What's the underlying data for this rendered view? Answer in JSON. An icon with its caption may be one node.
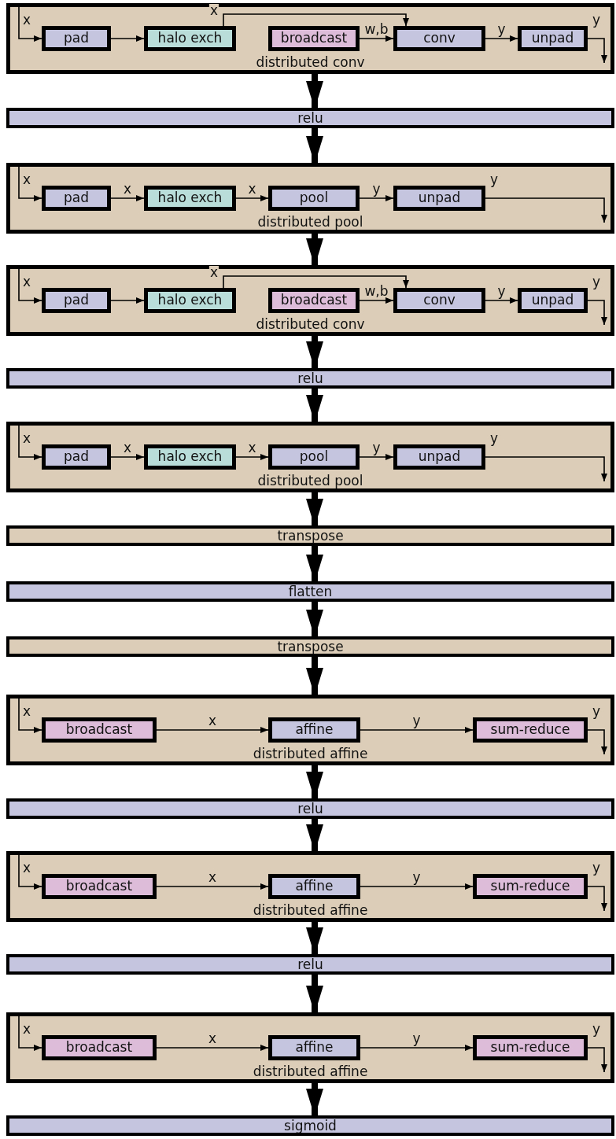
{
  "diagram": {
    "nodes": [
      {
        "text": [
          "distributed conv"
        ]
      },
      {
        "text": [
          "pad"
        ],
        "in": 0
      },
      {
        "text": [
          "halo exch"
        ],
        "in": 0
      },
      {
        "text": [
          "broadcast"
        ],
        "in": 0
      },
      {
        "text": [
          "conv"
        ],
        "in": 0
      },
      {
        "text": [
          "unpad"
        ],
        "in": 0
      },
      {
        "text": [
          "relu"
        ]
      },
      {
        "text": [
          "distributed pool"
        ]
      },
      {
        "text": [
          "pad"
        ],
        "in": 7
      },
      {
        "text": [
          "halo exch"
        ],
        "in": 7
      },
      {
        "text": [
          "pool"
        ],
        "in": 7
      },
      {
        "text": [
          "unpad"
        ],
        "in": 7
      },
      {
        "text": [
          "distributed conv"
        ]
      },
      {
        "text": [
          "pad"
        ],
        "in": 12
      },
      {
        "text": [
          "halo exch"
        ],
        "in": 12
      },
      {
        "text": [
          "broadcast"
        ],
        "in": 12
      },
      {
        "text": [
          "conv"
        ],
        "in": 12
      },
      {
        "text": [
          "unpad"
        ],
        "in": 12
      },
      {
        "text": [
          "relu"
        ]
      },
      {
        "text": [
          "distributed pool"
        ]
      },
      {
        "text": [
          "pad"
        ],
        "in": 19
      },
      {
        "text": [
          "halo exch"
        ],
        "in": 19
      },
      {
        "text": [
          "pool"
        ],
        "in": 19
      },
      {
        "text": [
          "unpad"
        ],
        "in": 19
      },
      {
        "text": [
          "transpose"
        ]
      },
      {
        "text": [
          "flatten"
        ]
      },
      {
        "text": [
          "transpose"
        ]
      },
      {
        "text": [
          "distributed affine"
        ]
      },
      {
        "text": [
          "broadcast"
        ],
        "in": 27
      },
      {
        "text": [
          "affine"
        ],
        "in": 27
      },
      {
        "text": [
          "sum-reduce"
        ],
        "in": 27
      },
      {
        "text": [
          "relu"
        ]
      },
      {
        "text": [
          "distributed affine"
        ]
      },
      {
        "text": [
          "broadcast"
        ],
        "in": 32
      },
      {
        "text": [
          "affine"
        ],
        "in": 32
      },
      {
        "text": [
          "sum-reduce"
        ],
        "in": 32
      },
      {
        "text": [
          "relu"
        ]
      },
      {
        "text": [
          "distributed affine"
        ]
      },
      {
        "text": [
          "broadcast"
        ],
        "in": 37
      },
      {
        "text": [
          "affine"
        ],
        "in": 37
      },
      {
        "text": [
          "sum-reduce"
        ],
        "in": 37
      },
      {
        "text": [
          "sigmoid"
        ]
      }
    ],
    "edges": [
      {
        "from": null,
        "to": 1,
        "arrow": "to",
        "label": "x"
      },
      {
        "from": 1,
        "to": 2,
        "arrow": "to"
      },
      {
        "from": 2,
        "to": 4,
        "arrow": "to",
        "label": "x"
      },
      {
        "from": 3,
        "to": 4,
        "arrow": "to",
        "label": "w,b"
      },
      {
        "from": 4,
        "to": 5,
        "arrow": "to",
        "label": "y"
      },
      {
        "from": 5,
        "to": null,
        "arrow": "to",
        "label": "y"
      },
      {
        "from": 0,
        "to": 6,
        "arrow": "to",
        "style": "thick"
      },
      {
        "from": 6,
        "to": 7,
        "arrow": "to",
        "style": "thick"
      },
      {
        "from": null,
        "to": 8,
        "arrow": "to",
        "label": "x"
      },
      {
        "from": 8,
        "to": 9,
        "arrow": "to",
        "label": "x"
      },
      {
        "from": 9,
        "to": 10,
        "arrow": "to",
        "label": "x"
      },
      {
        "from": 10,
        "to": 11,
        "arrow": "to",
        "label": "y"
      },
      {
        "from": 11,
        "to": null,
        "arrow": "to",
        "label": "y"
      },
      {
        "from": 7,
        "to": 12,
        "arrow": "to",
        "style": "thick"
      },
      {
        "from": null,
        "to": 13,
        "arrow": "to",
        "label": "x"
      },
      {
        "from": 13,
        "to": 14,
        "arrow": "to"
      },
      {
        "from": 14,
        "to": 16,
        "arrow": "to",
        "label": "x"
      },
      {
        "from": 15,
        "to": 16,
        "arrow": "to",
        "label": "w,b"
      },
      {
        "from": 16,
        "to": 17,
        "arrow": "to",
        "label": "y"
      },
      {
        "from": 17,
        "to": null,
        "arrow": "to",
        "label": "y"
      },
      {
        "from": 12,
        "to": 18,
        "arrow": "to",
        "style": "thick"
      },
      {
        "from": 18,
        "to": 19,
        "arrow": "to",
        "style": "thick"
      },
      {
        "from": null,
        "to": 20,
        "arrow": "to",
        "label": "x"
      },
      {
        "from": 20,
        "to": 21,
        "arrow": "to",
        "label": "x"
      },
      {
        "from": 21,
        "to": 22,
        "arrow": "to",
        "label": "x"
      },
      {
        "from": 22,
        "to": 23,
        "arrow": "to",
        "label": "y"
      },
      {
        "from": 23,
        "to": null,
        "arrow": "to",
        "label": "y"
      },
      {
        "from": 19,
        "to": 24,
        "arrow": "to",
        "style": "thick"
      },
      {
        "from": 24,
        "to": 25,
        "arrow": "to",
        "style": "thick"
      },
      {
        "from": 25,
        "to": 26,
        "arrow": "to",
        "style": "thick"
      },
      {
        "from": 26,
        "to": 27,
        "arrow": "to",
        "style": "thick"
      },
      {
        "from": null,
        "to": 28,
        "arrow": "to",
        "label": "x"
      },
      {
        "from": 28,
        "to": 29,
        "arrow": "to",
        "label": "x"
      },
      {
        "from": 29,
        "to": 30,
        "arrow": "to",
        "label": "y"
      },
      {
        "from": 30,
        "to": null,
        "arrow": "to",
        "label": "y"
      },
      {
        "from": 27,
        "to": 31,
        "arrow": "to",
        "style": "thick"
      },
      {
        "from": 31,
        "to": 32,
        "arrow": "to",
        "style": "thick"
      },
      {
        "from": null,
        "to": 33,
        "arrow": "to",
        "label": "x"
      },
      {
        "from": 33,
        "to": 34,
        "arrow": "to",
        "label": "x"
      },
      {
        "from": 34,
        "to": 35,
        "arrow": "to",
        "label": "y"
      },
      {
        "from": 35,
        "to": null,
        "arrow": "to",
        "label": "y"
      },
      {
        "from": 32,
        "to": 36,
        "arrow": "to",
        "style": "thick"
      },
      {
        "from": 36,
        "to": 37,
        "arrow": "to",
        "style": "thick"
      },
      {
        "from": null,
        "to": 38,
        "arrow": "to",
        "label": "x"
      },
      {
        "from": 38,
        "to": 39,
        "arrow": "to",
        "label": "x"
      },
      {
        "from": 39,
        "to": 40,
        "arrow": "to",
        "label": "y"
      },
      {
        "from": 40,
        "to": null,
        "arrow": "to",
        "label": "y"
      },
      {
        "from": 37,
        "to": 41,
        "arrow": "to",
        "style": "thick"
      }
    ]
  }
}
